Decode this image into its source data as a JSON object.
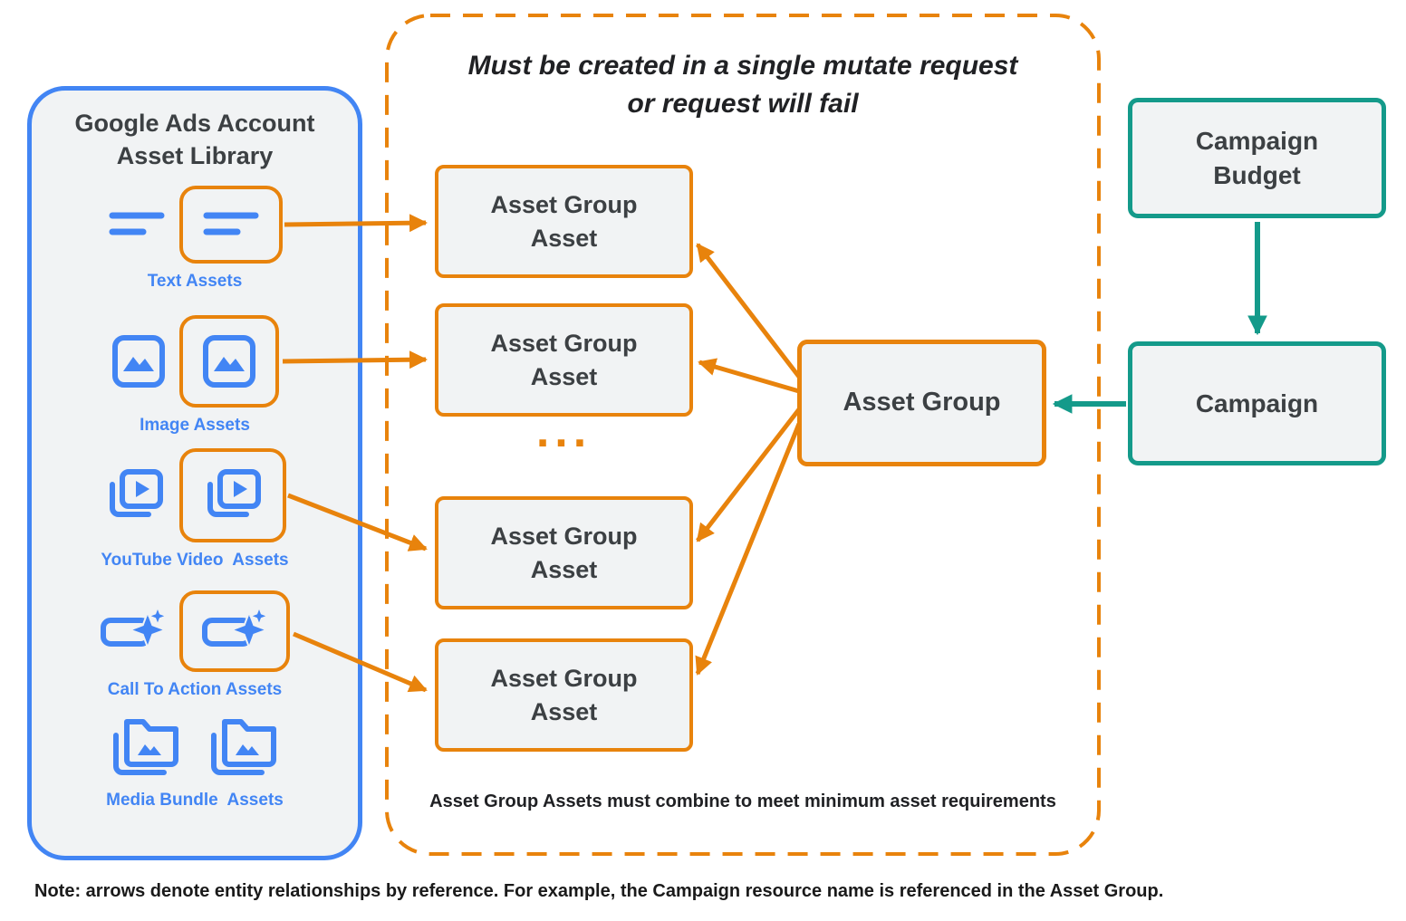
{
  "colors": {
    "blue": "#4285F4",
    "orange": "#E8830C",
    "teal": "#149A8A",
    "box_fill": "#F1F3F4",
    "text_dark": "#3C4043"
  },
  "library": {
    "title_line1": "Google Ads Account",
    "title_line2": "Asset Library",
    "items": [
      {
        "label": "Text Assets",
        "icon": "text-assets-icon"
      },
      {
        "label": "Image Assets",
        "icon": "image-assets-icon"
      },
      {
        "label": "YouTube Video  Assets",
        "icon": "youtube-video-assets-icon"
      },
      {
        "label": "Call To Action Assets",
        "icon": "call-to-action-assets-icon"
      },
      {
        "label": "Media Bundle  Assets",
        "icon": "media-bundle-assets-icon"
      }
    ]
  },
  "mutate_panel": {
    "title_line1": "Must be created in a single mutate request",
    "title_line2": "or request will fail",
    "asset_group_asset_boxes": [
      {
        "label": "Asset Group Asset"
      },
      {
        "label": "Asset Group Asset"
      },
      {
        "label": "Asset Group Asset"
      },
      {
        "label": "Asset Group Asset"
      }
    ],
    "ellipsis": "...",
    "footnote": "Asset Group Assets must combine to meet minimum asset requirements"
  },
  "entities": {
    "asset_group": {
      "label": "Asset Group"
    },
    "campaign_budget": {
      "label": "Campaign Budget"
    },
    "campaign": {
      "label": "Campaign"
    }
  },
  "note": "Note: arrows denote entity relationships by reference. For example, the Campaign resource name is referenced in the Asset Group."
}
